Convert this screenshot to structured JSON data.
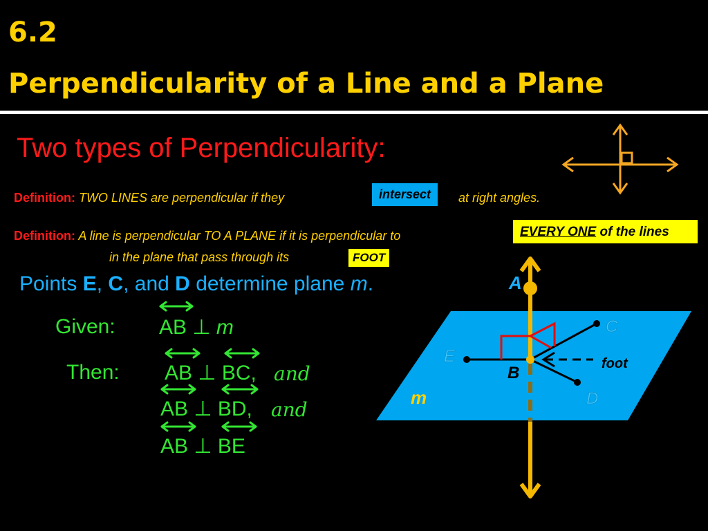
{
  "slide": {
    "number": "6.2",
    "title": "Perpendicularity of a Line and a Plane",
    "subtitle": "Two types of Perpendicularity:"
  },
  "def1": {
    "label": "Definition:",
    "text_before": "TWO LINES are perpendicular  if they",
    "highlight": "intersect",
    "text_after": "at right angles."
  },
  "def2": {
    "label": "Definition:",
    "text": "A line is perpendicular TO A PLANE if it is perpendicular to",
    "highlight_underlined": "EVERY ONE",
    "highlight_rest": "of the lines",
    "line2": "in the plane that pass through its",
    "foot_box": "FOOT"
  },
  "points": {
    "prefix": "Points",
    "e": "E",
    "c": "C",
    "and": "and",
    "d": "D",
    "rest": "determine plane",
    "m": "m",
    "end": "."
  },
  "proof": {
    "given_label": "Given:",
    "given": "AB ⊥ ",
    "given_m": "m",
    "then_label": "Then:",
    "line1": "AB ⊥ BC,",
    "line2": "AB ⊥ BD,",
    "line3": "AB ⊥ BE",
    "and1": "and",
    "and2": "and"
  },
  "diagram": {
    "label_a": "A",
    "label_b": "B",
    "label_c": "C",
    "label_d": "D",
    "label_e": "E",
    "label_m": "m",
    "foot": "foot"
  },
  "colors": {
    "title": "#ffd000",
    "heading": "#ff1a1a",
    "points": "#1ab0ff",
    "proof": "#33e633",
    "plane": "#00a6ef",
    "line_ab": "#f5b800",
    "right_angle": "#e01010"
  }
}
